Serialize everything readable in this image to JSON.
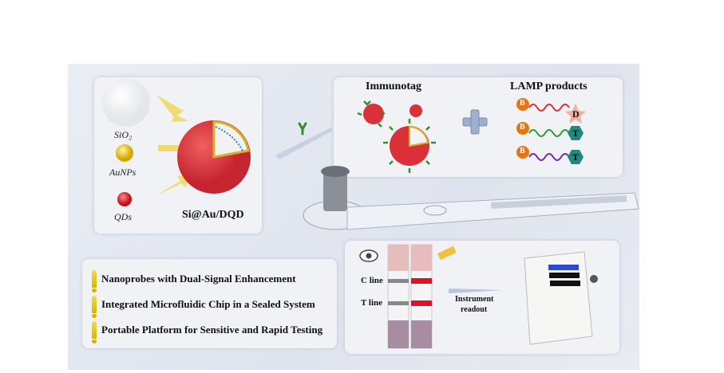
{
  "materials": {
    "sio2": "SiO₂",
    "aunps": "AuNPs",
    "qds": "QDs",
    "product": "Si@Au/DQD"
  },
  "immunotag": {
    "title": "Immunotag"
  },
  "lamp": {
    "title": "LAMP products",
    "labels": {
      "biotin": "B",
      "dig": "D",
      "tag": "T"
    }
  },
  "strip": {
    "c_line": "C line",
    "t_line": "T line"
  },
  "readout": {
    "label_1": "Instrument",
    "label_2": "readout"
  },
  "highlights": [
    "Nanoprobes with Dual-Signal Enhancement",
    "Integrated Microfluidic Chip in a Sealed System",
    "Portable Platform for Sensitive and Rapid Testing"
  ],
  "colors": {
    "red": "#d9303a",
    "gold": "#e8c21c",
    "green": "#3a8a2a",
    "teal": "#1e8a80",
    "background": "#e4e8f0"
  }
}
